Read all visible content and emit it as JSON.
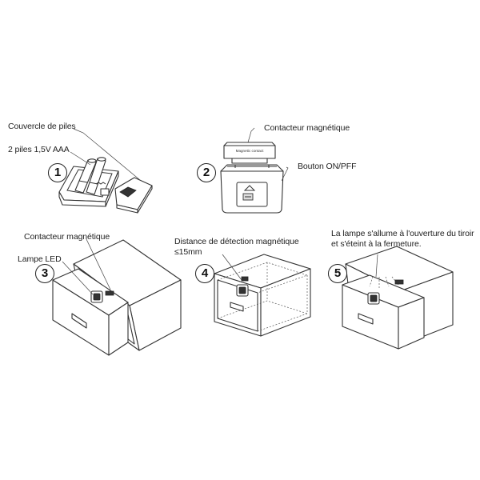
{
  "labels": {
    "battery_cover": "Couvercle de piles",
    "batteries": "2 piles 1,5V AAA",
    "magnetic_contact_top": "Contacteur magnétique",
    "on_off_button": "Bouton ON/PFF",
    "magnetic_contact_drawer": "Contacteur magnétique",
    "led_lamp": "Lampe LED",
    "detection_distance_line1": "Distance de détection magnétique",
    "detection_distance_line2": "≤15mm",
    "lamp_behavior_line1": "La lampe s'allume à l'ouverture du tiroir",
    "lamp_behavior_line2": "et s'éteint à la fermeture.",
    "device_print": "Magnetic contact"
  },
  "steps": [
    "1",
    "2",
    "3",
    "4",
    "5"
  ]
}
